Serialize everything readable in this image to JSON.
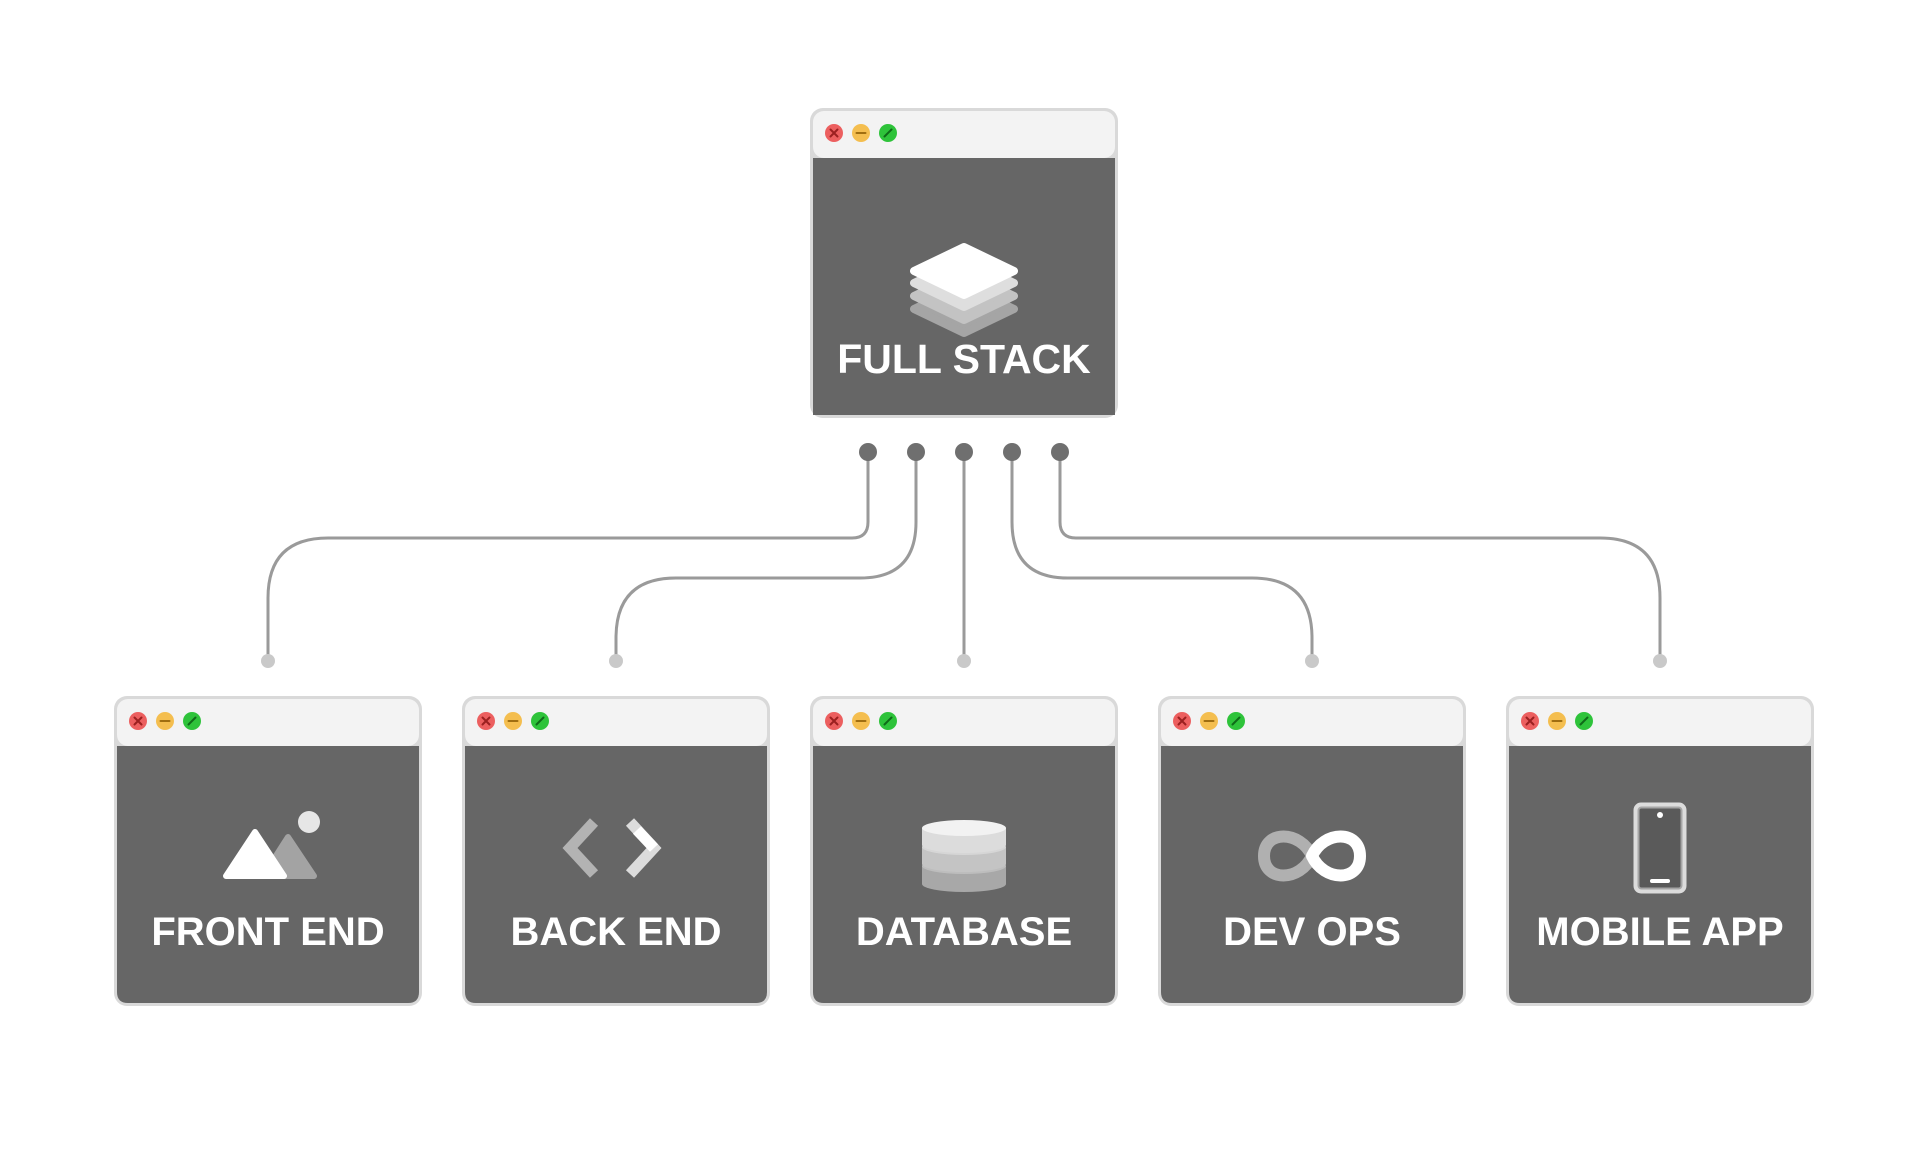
{
  "colors": {
    "background": "#ffffff",
    "window_frame": "#d9d9d9",
    "window_titlebar": "#f3f3f3",
    "window_body": "#666666",
    "connector": "#9a9a9a",
    "connector_dot_top": "#6f6f6f",
    "connector_dot_bottom": "#c9c9c9",
    "close_button": "#ec5f5f",
    "minimize_button": "#f4be4f",
    "maximize_button": "#2ec33a",
    "label_text": "#ffffff"
  },
  "hub": {
    "label": "FULL STACK",
    "icon": "layers-icon"
  },
  "nodes": [
    {
      "label": "FRONT END",
      "icon": "image-icon"
    },
    {
      "label": "BACK END",
      "icon": "code-icon"
    },
    {
      "label": "DATABASE",
      "icon": "database-icon"
    },
    {
      "label": "DEV OPS",
      "icon": "infinity-icon"
    },
    {
      "label": "MOBILE APP",
      "icon": "smartphone-icon"
    }
  ],
  "edges": [
    {
      "from": "FULL STACK",
      "to": "FRONT END"
    },
    {
      "from": "FULL STACK",
      "to": "BACK END"
    },
    {
      "from": "FULL STACK",
      "to": "DATABASE"
    },
    {
      "from": "FULL STACK",
      "to": "DEV OPS"
    },
    {
      "from": "FULL STACK",
      "to": "MOBILE APP"
    }
  ]
}
